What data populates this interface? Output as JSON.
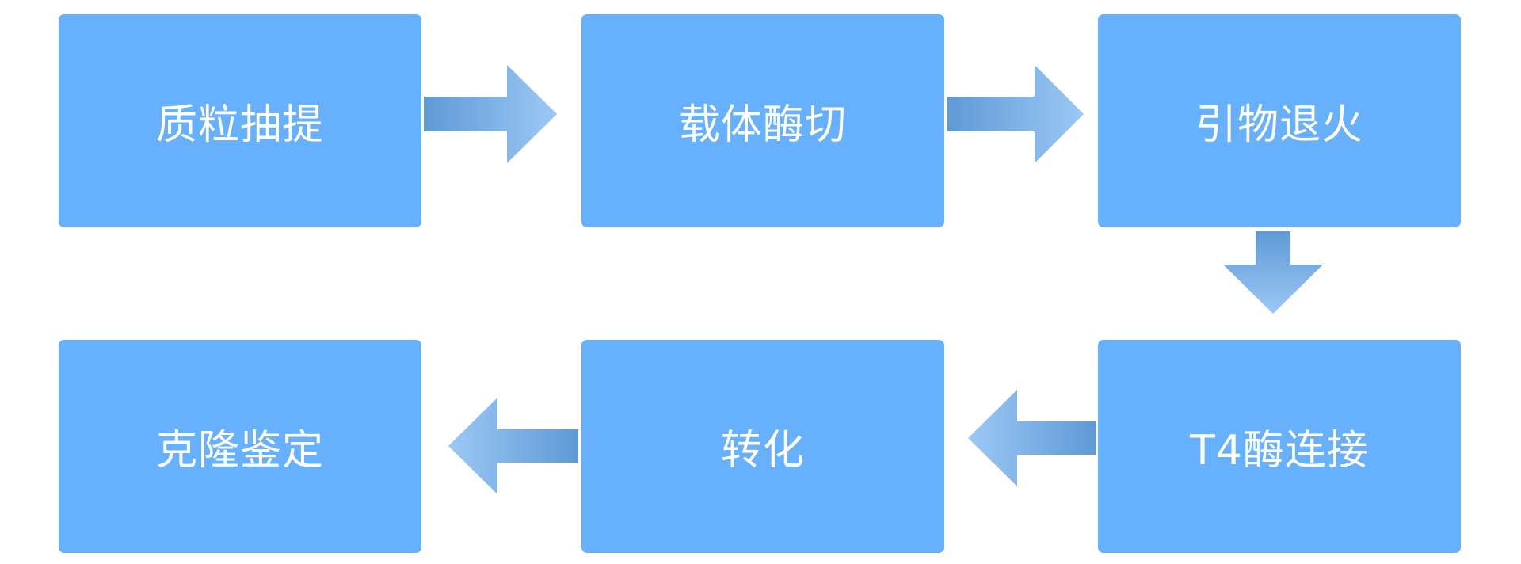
{
  "steps": [
    {
      "label": "质粒抽提"
    },
    {
      "label": "载体酶切"
    },
    {
      "label": "引物退火"
    },
    {
      "label": "T4酶连接"
    },
    {
      "label": "转化"
    },
    {
      "label": "克隆鉴定"
    }
  ],
  "colors": {
    "box_fill": "#67b0fc",
    "box_text": "#ffffff",
    "arrow_dark": "#5f9ad6",
    "arrow_light": "#9cc8f5"
  },
  "flow_order": [
    "right",
    "right",
    "down",
    "left",
    "left"
  ]
}
